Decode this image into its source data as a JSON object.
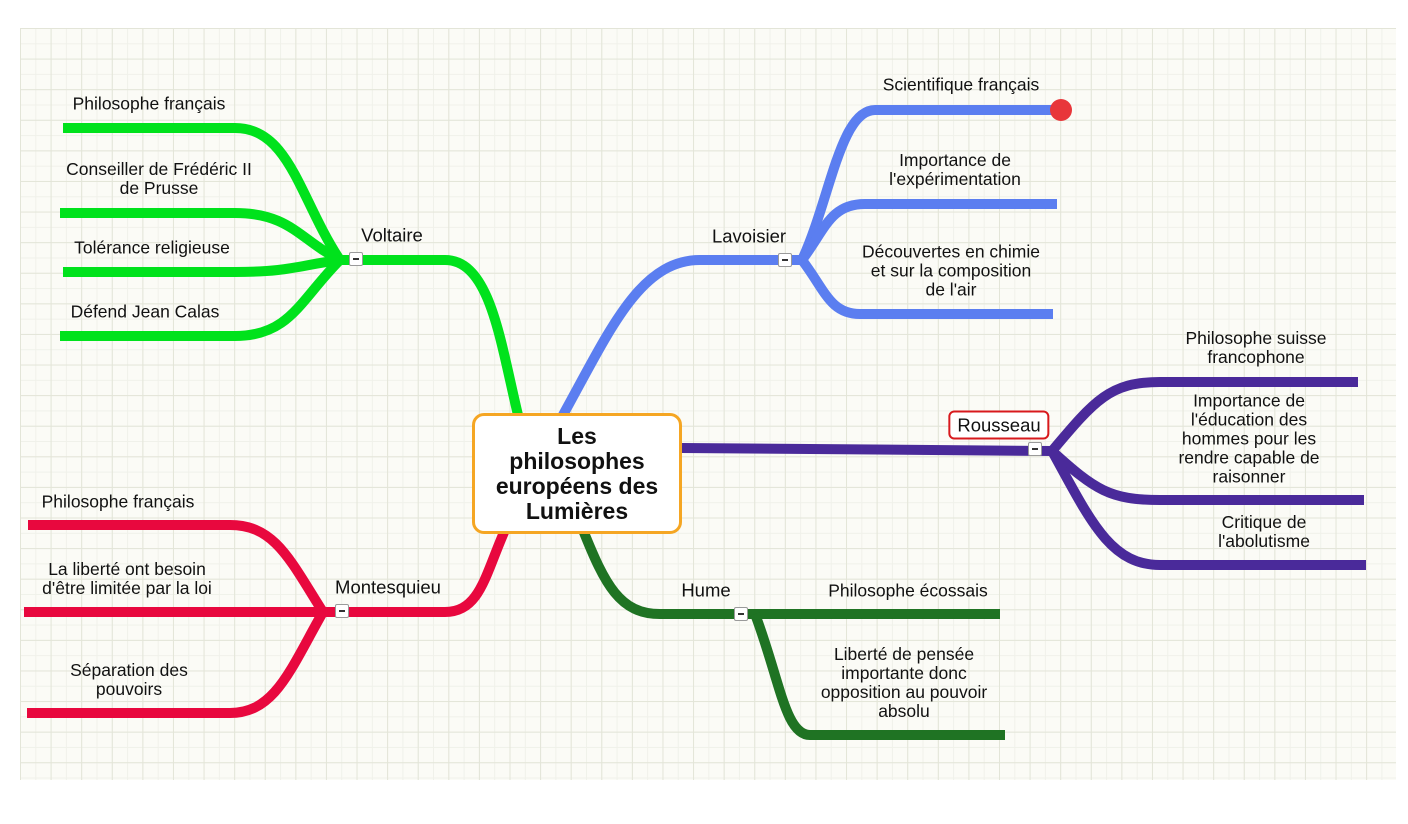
{
  "title": "Les philosophes européens des Lumières",
  "branches": [
    {
      "id": "voltaire",
      "label": "Voltaire",
      "color": "#00e21c",
      "children": [
        "Philosophe français",
        "Conseiller de Frédéric II de Prusse",
        "Tolérance religieuse",
        "Défend Jean Calas"
      ]
    },
    {
      "id": "lavoisier",
      "label": "Lavoisier",
      "color": "#5b7ef0",
      "children": [
        "Scientifique français",
        "Importance de l'expérimentation",
        "Découvertes en chimie et sur la composition de l'air"
      ]
    },
    {
      "id": "rousseau",
      "label": "Rousseau",
      "color": "#4a2a9a",
      "children": [
        "Philosophe suisse francophone",
        "Importance de l'éducation des hommes pour les rendre capable de raisonner",
        "Critique de l'abolutisme"
      ]
    },
    {
      "id": "montesquieu",
      "label": "Montesquieu",
      "color": "#e8083e",
      "children": [
        "Philosophe français",
        "La liberté ont besoin d'être limitée par la loi",
        "Séparation des pouvoirs"
      ]
    },
    {
      "id": "hume",
      "label": "Hume",
      "color": "#1f7323",
      "children": [
        "Philosophe écossais",
        "Liberté de pensée importante donc opposition au pouvoir absolu"
      ]
    }
  ],
  "highlight_color": "#d8191d",
  "marker_color": "#e8363a",
  "root_border_color": "#f5a623"
}
